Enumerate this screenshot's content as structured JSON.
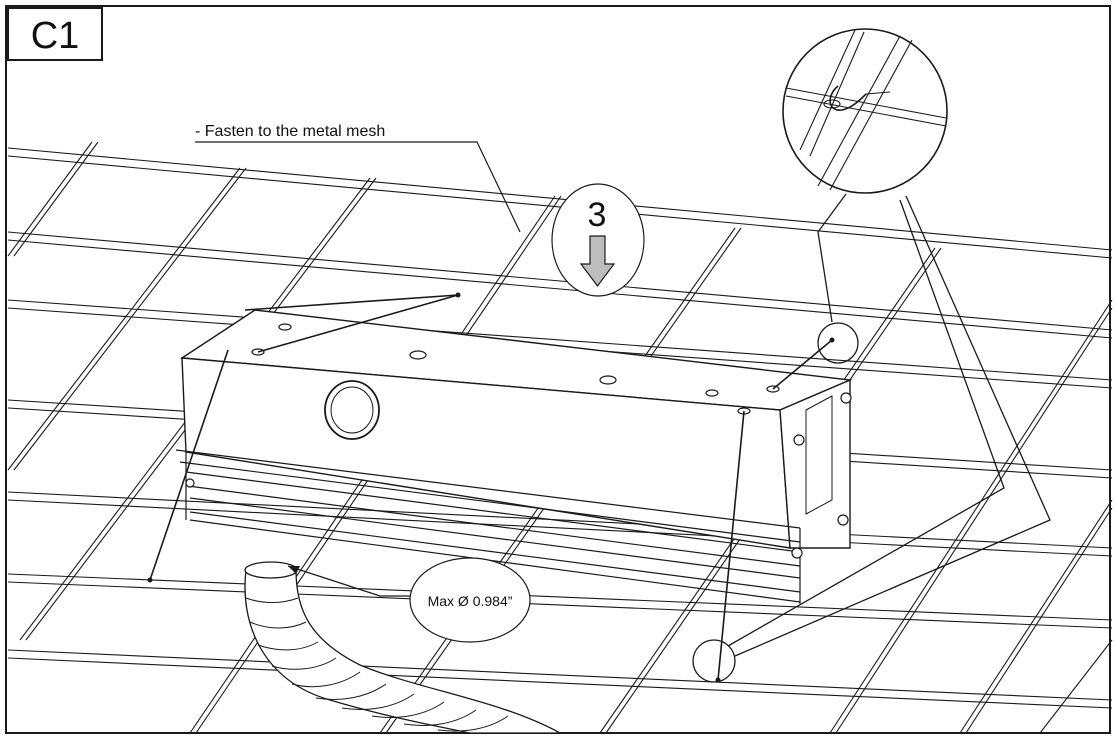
{
  "figure": {
    "step_tag": "C1",
    "instruction": "- Fasten to the metal mesh",
    "step_number": "3",
    "hose_note": "Max Ø 0.984”"
  },
  "icons": [
    "down-arrow-icon"
  ],
  "colors": {
    "line": "#1a1a1a",
    "background": "#ffffff",
    "arrow_fill": "#bdbdbd"
  }
}
